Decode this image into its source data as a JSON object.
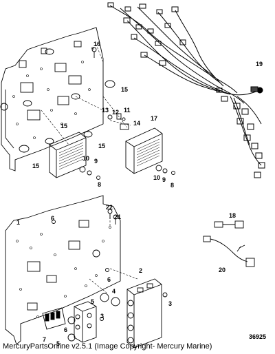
{
  "diagram": {
    "caption": "MercuryPartsOnline v2.5.1 (Image Copyright- Mercury Marine)",
    "figure_number": "36925",
    "callouts": [
      "1",
      "2",
      "3",
      "4",
      "5",
      "6",
      "7",
      "8",
      "9",
      "10",
      "11",
      "12",
      "13",
      "14",
      "15",
      "16",
      "17",
      "18",
      "19",
      "20",
      "21",
      "22"
    ]
  }
}
